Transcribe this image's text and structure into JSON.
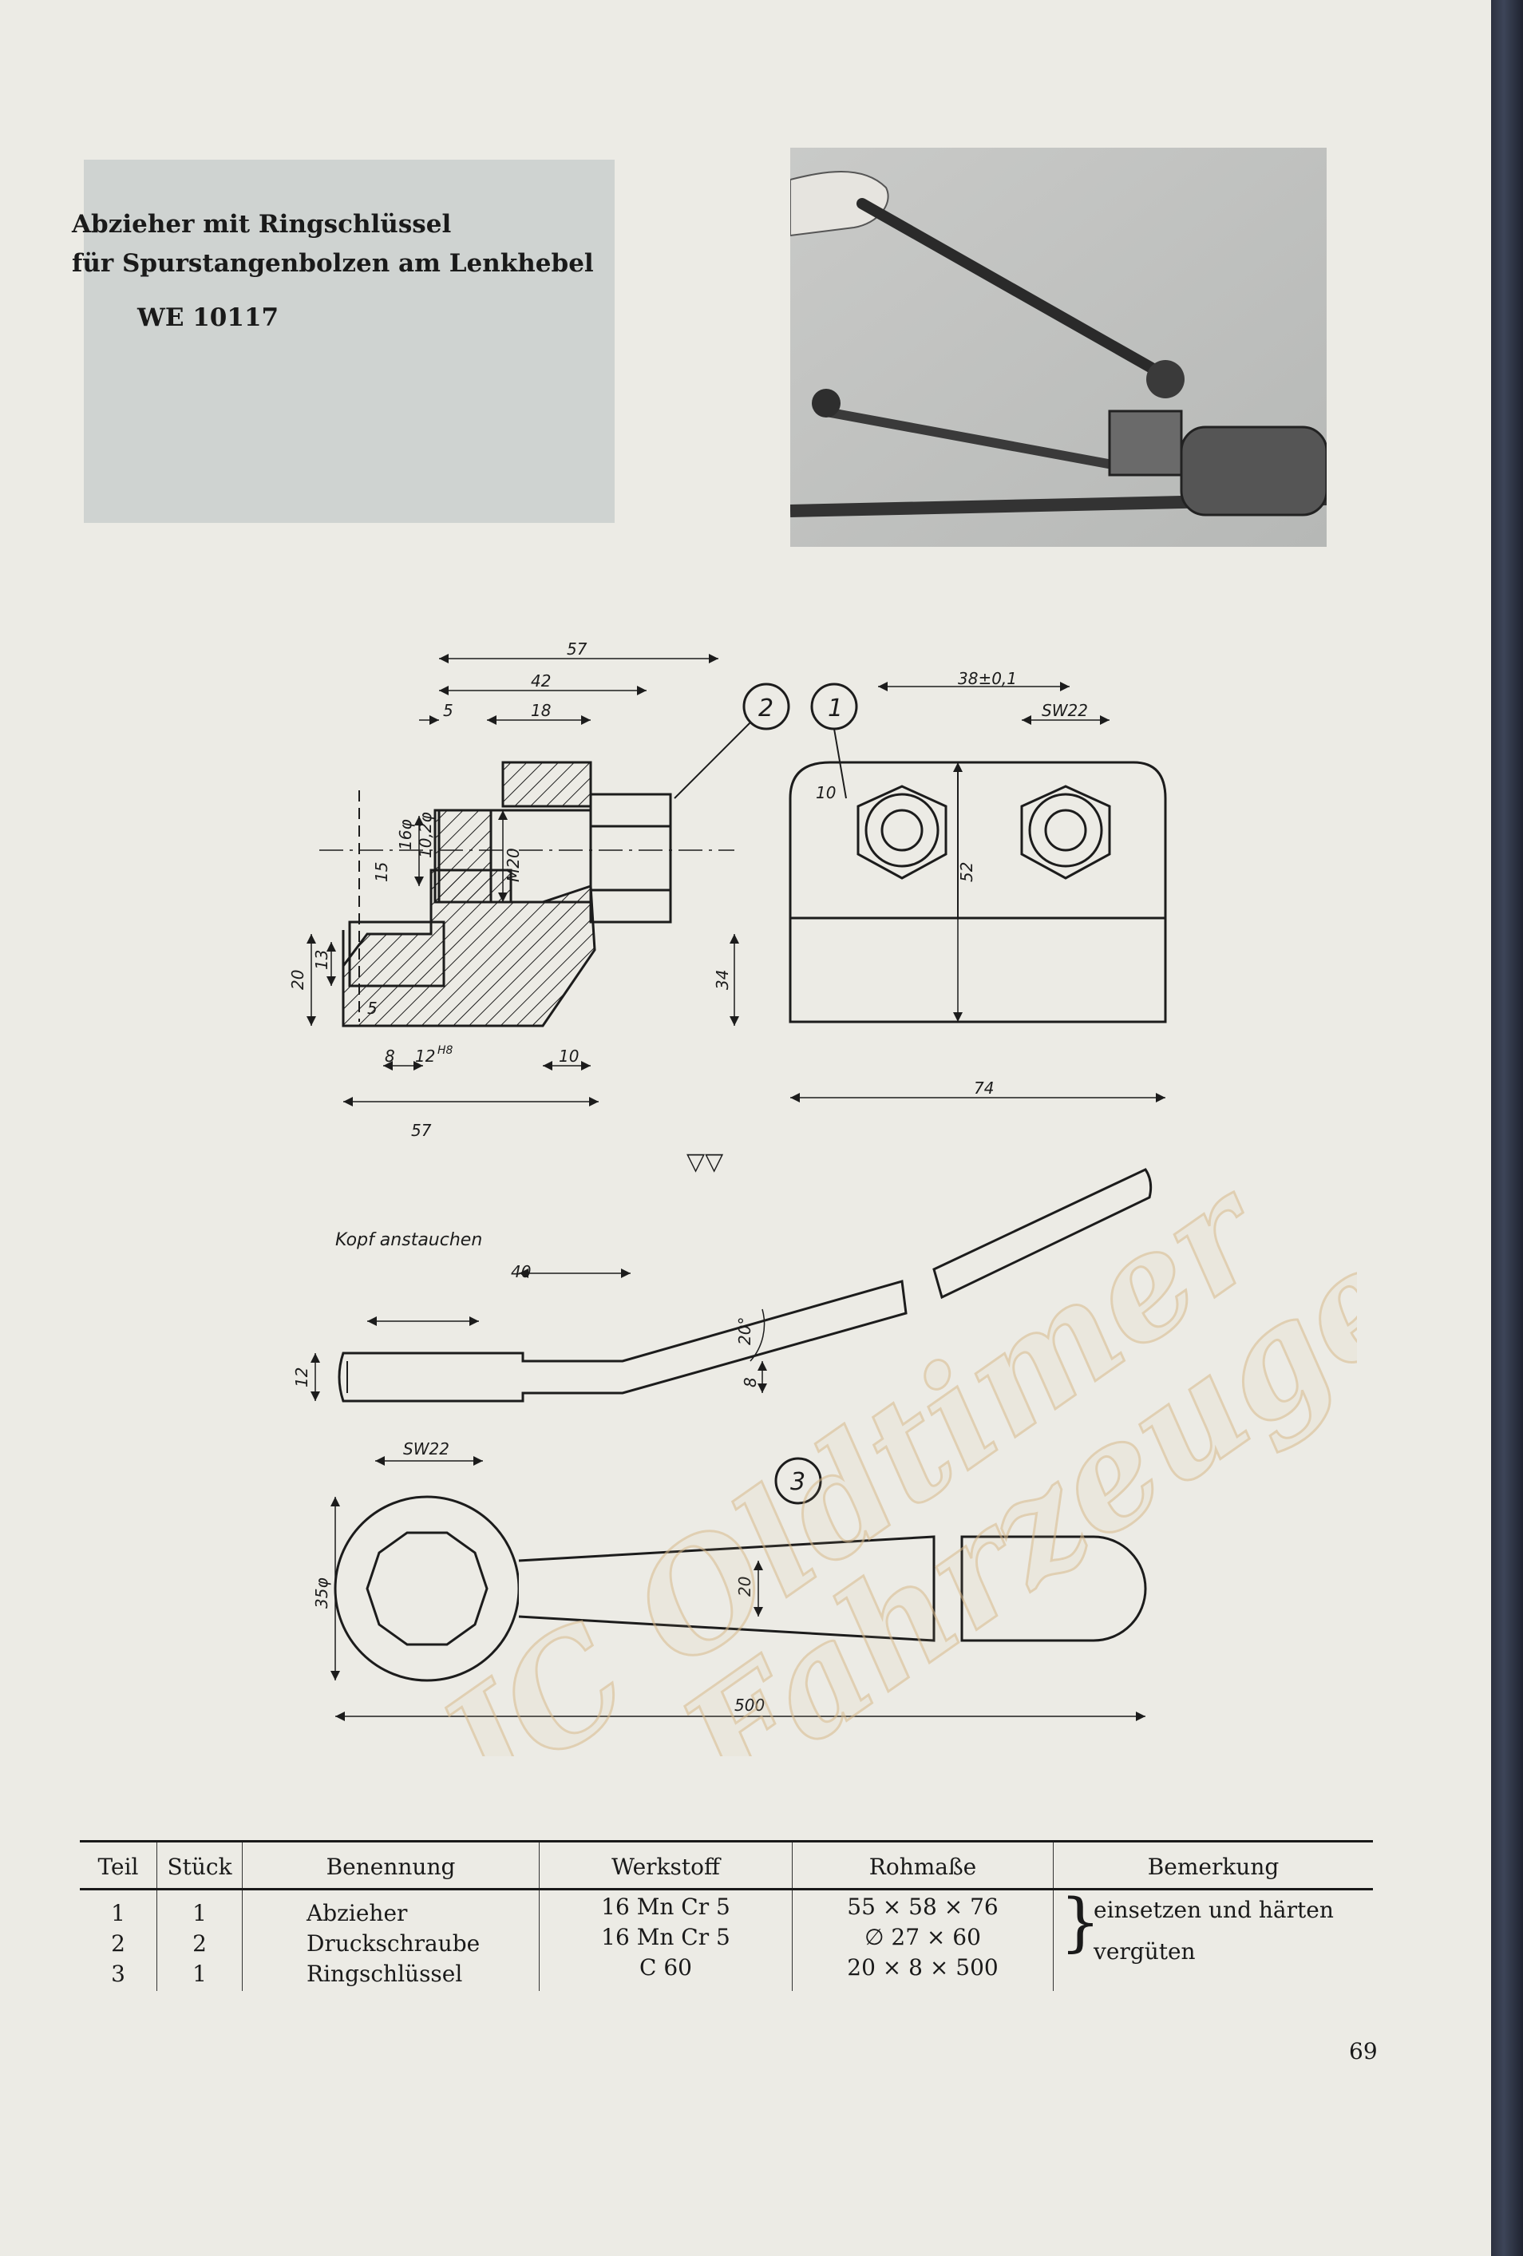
{
  "title": {
    "line1": "Abzieher mit Ringschlüssel",
    "line2": "für Spurstangenbolzen am Lenkhebel",
    "code": "WE 10117"
  },
  "drawing": {
    "dims_part1_side": [
      "57",
      "42",
      "5",
      "18",
      "M20",
      "16φ",
      "10,2φ",
      "15",
      "13",
      "20",
      "5",
      "8",
      "12H8",
      "10",
      "57",
      "34"
    ],
    "dims_part1_front": [
      "38±0,1",
      "SW22",
      "10",
      "52",
      "74"
    ],
    "part_numbers": [
      "2",
      "1",
      "3"
    ],
    "surface_symbol": "▽▽",
    "note_head": "Kopf anstauchen",
    "dims_part3_side": [
      "40",
      "12",
      "8",
      "20°"
    ],
    "dims_part3_top": [
      "SW22",
      "35φ",
      "20",
      "500"
    ]
  },
  "watermark": {
    "line1": "JC Oldtimer",
    "line2": "Fahrzeuge"
  },
  "table": {
    "headers": [
      "Teil",
      "Stück",
      "Benennung",
      "Werkstoff",
      "Rohmaße",
      "Bemerkung"
    ],
    "teil": [
      "1",
      "2",
      "3"
    ],
    "stueck": [
      "1",
      "2",
      "1"
    ],
    "benennung": [
      "Abzieher",
      "Druckschraube",
      "Ringschlüssel"
    ],
    "werkstoff": [
      "16 Mn Cr 5",
      "16 Mn Cr 5",
      "C 60"
    ],
    "rohmasse": [
      "55 × 58 × 76",
      "∅ 27 × 60",
      "20 × 8 × 500"
    ],
    "bemerkung": [
      "einsetzen und härten",
      "vergüten"
    ]
  },
  "page_number": "69"
}
